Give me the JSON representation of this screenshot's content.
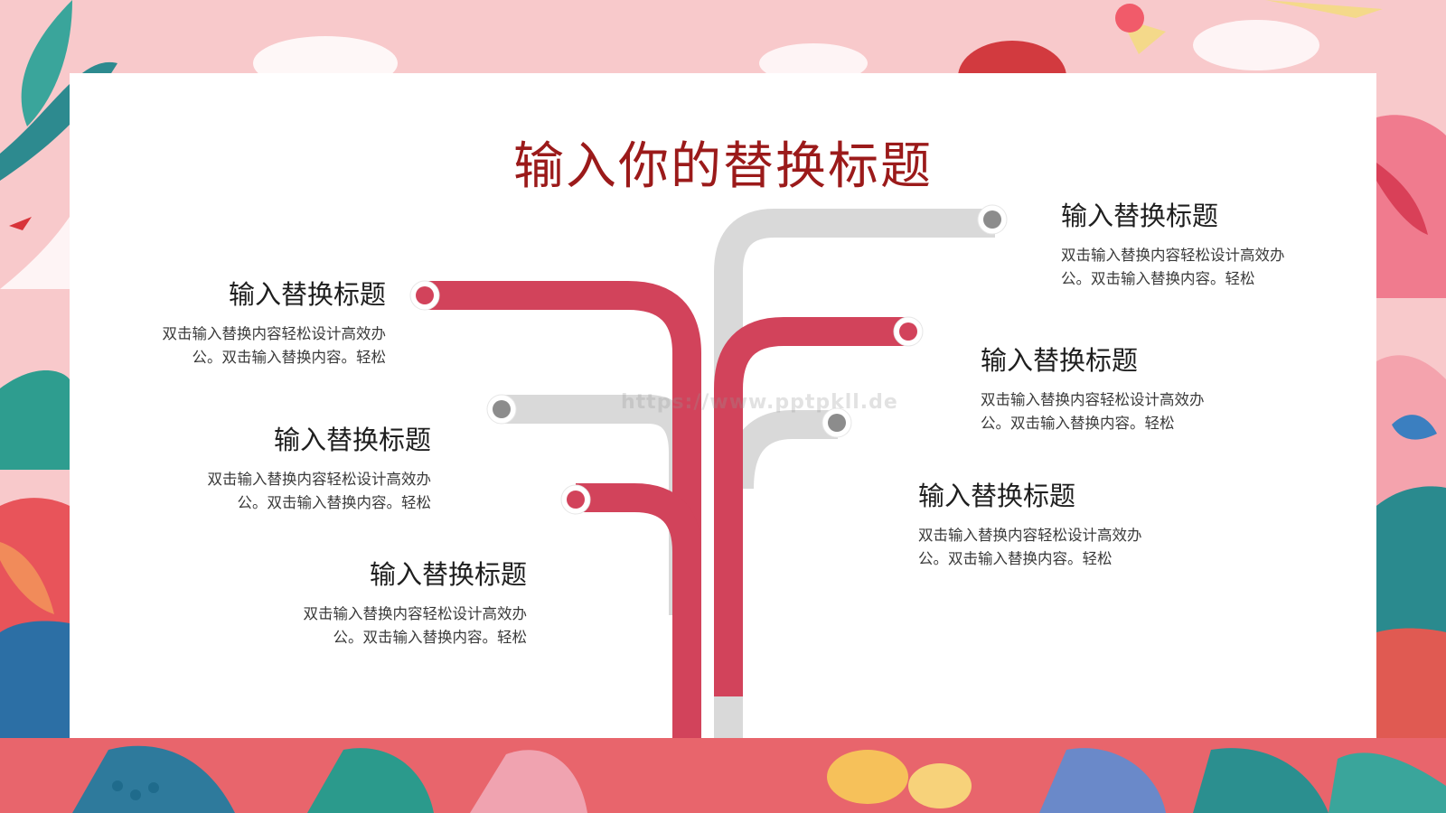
{
  "slide": {
    "title": "输入你的替换标题",
    "watermark": "https://www.pptpkll.de"
  },
  "items": [
    {
      "title": "输入替换标题",
      "line1": "双击输入替换内容轻松设计高效办",
      "line2": "公。双击输入替换内容。轻松"
    },
    {
      "title": "输入替换标题",
      "line1": "双击输入替换内容轻松设计高效办",
      "line2": "公。双击输入替换内容。轻松"
    },
    {
      "title": "输入替换标题",
      "line1": "双击输入替换内容轻松设计高效办",
      "line2": "公。双击输入替换内容。轻松"
    },
    {
      "title": "输入替换标题",
      "line1": "双击输入替换内容轻松设计高效办",
      "line2": "公。双击输入替换内容。轻松"
    },
    {
      "title": "输入替换标题",
      "line1": "双击输入替换内容轻松设计高效办",
      "line2": "公。双击输入替换内容。轻松"
    },
    {
      "title": "输入替换标题",
      "line1": "双击输入替换内容轻松设计高效办",
      "line2": "公。双击输入替换内容。轻松"
    }
  ],
  "colors": {
    "accent": "#d2435b",
    "gray": "#d9d9d9",
    "title": "#9b1a1a"
  }
}
